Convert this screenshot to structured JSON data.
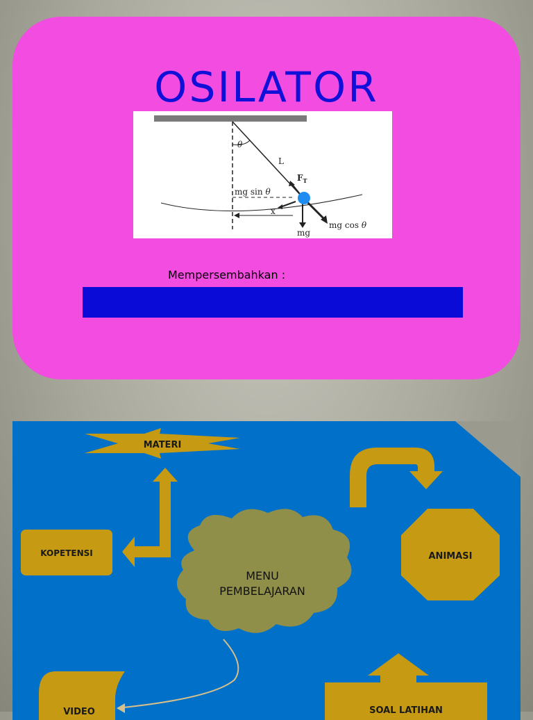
{
  "slide1": {
    "title_line1": "OSILATOR",
    "title_line2": "HARMONIK",
    "presents_label": "Mempersembahkan :",
    "pendulum": {
      "theta": "θ",
      "length": "L",
      "tension": "F",
      "tension_sub": "T",
      "mg_sin": "mg sin",
      "x": "x",
      "mg": "mg",
      "mg_cos": "mg cos"
    }
  },
  "slide2": {
    "menu_line1": "MENU",
    "menu_line2": "PEMBELAJARAN",
    "materi": "MATERI",
    "kopetensi": "KOPETENSI",
    "animasi": "ANIMASI",
    "video": "VIDEO",
    "soal_latihan": "SOAL LATIHAN",
    "colors": {
      "background": "#0070c8",
      "shape": "#c69a12",
      "cloud": "#8f8f4a"
    }
  }
}
